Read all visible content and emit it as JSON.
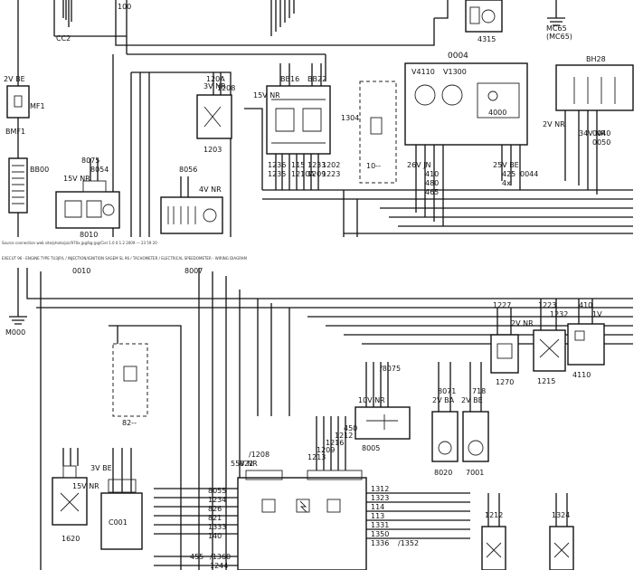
{
  "top": {
    "mc65": "MC65",
    "mc65_alt": "(MC65)",
    "c4315": "4315",
    "bmf1": "BMF1",
    "mf1": "MF1",
    "bb00": "BB00",
    "w8010": "8010",
    "c1203": "1203",
    "c1304": "1304",
    "c0004": "0004",
    "v4110": "V4110",
    "v1300": "V1300",
    "c4000": "4000",
    "bh28": "BH28",
    "c10": "10--",
    "w15v_nr": "15V NR",
    "w2v_be": "2V BE",
    "w3v_nr": "3V NR",
    "w4v_nr": "4V NR",
    "w26v_jn": "26V JN",
    "w25v_be": "25V BE",
    "w34v_nr": "34V NR",
    "w2v_nr": "2V NR",
    "bmf1_wire": "BMF1",
    "c2": "CC2",
    "n100": "100",
    "n120a": "120A",
    "n1208": "1208",
    "n8075": "8075",
    "n8054": "8054",
    "n8056": "8056",
    "n1236": "1236",
    "n1235": "1235",
    "n115": "115",
    "n1210a": "1210A",
    "n1233": "1233",
    "n1209": "1209",
    "n1202": "1202",
    "n1223": "1223",
    "n410": "410",
    "n480": "480",
    "n465": "465",
    "n425": "425",
    "n4x": "4x",
    "n0044": "0044",
    "n0040": "0040",
    "n0050": "0050",
    "n2v_nr_bh": "2V NR",
    "n8816": "BB16",
    "n8822": "BB22"
  },
  "footer_small": "Source connection web site/photo/pic/970x.jpg/bg-jpg/Ciel 1.0 0.1.2 2009 — 23 59 20",
  "section_header": "EXECUT 96 - ENGINE TYPE TU3JP/L / INJECTION/IGNITION SAGEM SL 96 / TACHOMETER / ELECTRICAL SPEEDOMETER - WIRING DIAGRAM",
  "bottom": {
    "m000": "M000",
    "c0010": "0010",
    "w8007": "8007",
    "c82": "82--",
    "c1620": "1620",
    "c0001": "C001",
    "c8005": "8005",
    "c8020": "8020",
    "c7001": "7001",
    "c1270": "1270",
    "c1215": "1215",
    "c4110": "4110",
    "w2v_nr": "2V NR",
    "w3v_be": "3V BE",
    "w10v_nr": "10V NR",
    "w2v_ba": "2V BA",
    "w2v_be": "2V BE",
    "w55v_nr": "55V NR",
    "w1v": "1V",
    "w15v_nr": "15V NR",
    "n1208": "/1208",
    "n822": "822",
    "n1213": "1213",
    "n1209": "1209",
    "n1216": "1216",
    "n1212": "1212",
    "n450": "450",
    "n8055": "8055",
    "n1234": "1234",
    "n826": "826",
    "n821": "821",
    "n1333": "1333",
    "n140": "140",
    "n455": "455",
    "n1360": "/1360",
    "n1244": "1244",
    "n1312": "1312",
    "n1323": "1323",
    "n114": "114",
    "n113": "113",
    "n1331": "1331",
    "n1350": "1350",
    "n1336": "1336",
    "n1352": "/1352",
    "n8075": "/8075",
    "n8071": "8071",
    "n718": "718",
    "n1227": "1227",
    "n1223": "1223",
    "n1232": "1232",
    "n410": "410",
    "n1212b": "1212",
    "n1324": "1324",
    "n1215": "1215",
    "n8007": "8007"
  }
}
